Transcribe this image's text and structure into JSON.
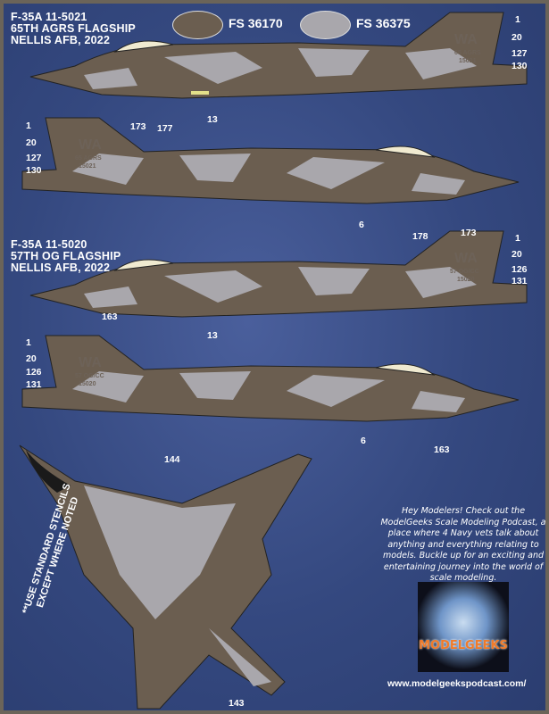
{
  "aircraft": [
    {
      "serial": "F-35A 11-5021",
      "unit": "65TH AGRS FLAGSHIP",
      "base": "NELLIS AFB, 2022",
      "tail_code": "WA",
      "tail_unit": "65 AGRS",
      "tail_serial": "15021"
    },
    {
      "serial": "F-35A 11-5020",
      "unit": "57TH OG FLAGSHIP",
      "base": "NELLIS AFB, 2022",
      "tail_code": "WA",
      "tail_unit": "57 OG/CC",
      "tail_serial": "15020"
    }
  ],
  "colors": [
    {
      "label": "FS 36170",
      "hex": "#6b5e50"
    },
    {
      "label": "FS 36375",
      "hex": "#a9a7ac"
    }
  ],
  "callouts": {
    "p1": [
      "1",
      "20",
      "127",
      "130",
      "173",
      "177",
      "13"
    ],
    "p2": [
      "1",
      "20",
      "127",
      "130",
      "6",
      "178",
      "173"
    ],
    "p3": [
      "1",
      "20",
      "126",
      "131",
      "163",
      "13"
    ],
    "p4": [
      "1",
      "20",
      "126",
      "131",
      "6",
      "163"
    ],
    "top": [
      "144",
      "143"
    ]
  },
  "stencil_note": "**USE STANDARD STENCILS EXCEPT WHERE NOTED",
  "promo": {
    "text": "Hey Modelers! Check out the ModelGeeks Scale Modeling Podcast, a place where 4 Navy vets talk about anything and everything relating to models.  Buckle up for an exciting and entertaining journey into the world of scale modeling.",
    "logo": "MODELGEEKS",
    "url": "www.modelgeekspodcast.com/"
  }
}
